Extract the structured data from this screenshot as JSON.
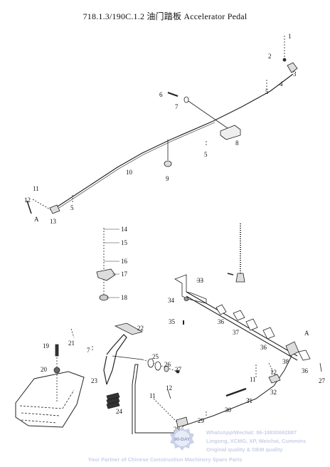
{
  "title": "718.1.3/190C.1.2  油门踏板  Accelerator Pedal",
  "callouts": [
    "1",
    "2",
    "3",
    "4",
    "5",
    "6",
    "7",
    "8",
    "5",
    "10",
    "9",
    "5",
    "11",
    "12",
    "A",
    "13",
    "14",
    "15",
    "16",
    "17",
    "18",
    "22",
    "21",
    "7",
    "19",
    "20",
    "25",
    "26",
    "27",
    "23",
    "24",
    "11",
    "12",
    "28",
    "29",
    "30",
    "31",
    "32",
    "33",
    "34",
    "35",
    "36",
    "37",
    "36",
    "A",
    "38",
    "36",
    "27",
    "12",
    "11"
  ],
  "watermark": {
    "badge_text": "90-DAY",
    "line1": "WhatsApp/Wechat: 86-18830692887",
    "line2": "Lingong, XCMG, XP, Weichai, Cummins",
    "line3": "Original quality & OEM quality",
    "line4": "Your Partner of Chinese Construction Machinery Spare Parts"
  }
}
